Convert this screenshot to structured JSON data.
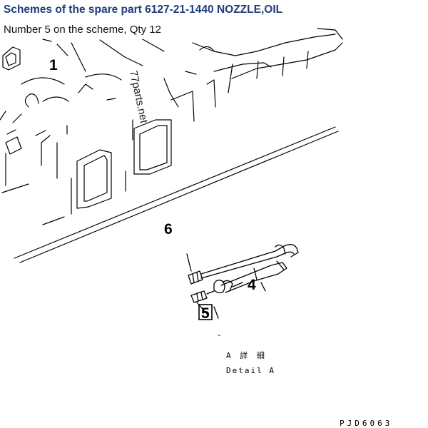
{
  "header": {
    "title": "Schemes of the spare part 6127-21-1440 NOZZLE,OIL",
    "subtitle": "Number 5 on the scheme, Qty 12"
  },
  "diagram": {
    "watermark": "77parts.net",
    "callouts": {
      "c1": "1",
      "c4": "4",
      "c5": "5",
      "c6": "6"
    },
    "detail_kanji": "A 詳 細",
    "detail_label": "Detail A",
    "drawing_code": "PJD6063",
    "dash_mark": "-",
    "highlighted_part": "5"
  }
}
